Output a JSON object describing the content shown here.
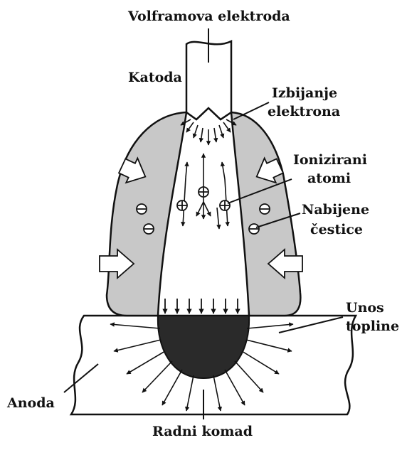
{
  "labels": {
    "tungsten_electrode": "Volframova elektroda",
    "cathode": "Katoda",
    "electron_emission_1": "Izbijanje",
    "electron_emission_2": "elektrona",
    "ionized_1": "Ionizirani",
    "ionized_2": "atomi",
    "charged_1": "Nabijene",
    "charged_2": "čestice",
    "heat_1": "Unos",
    "heat_2": "topline",
    "anode": "Anoda",
    "workpiece": "Radni komad"
  },
  "colors": {
    "outline": "#111111",
    "plasma_shell": "#c8c8c8",
    "weld_pool": "#2a2a2a",
    "background": "#ffffff"
  },
  "symbols": {
    "positive_ion": "⊕",
    "negative_particle": "⊖"
  }
}
